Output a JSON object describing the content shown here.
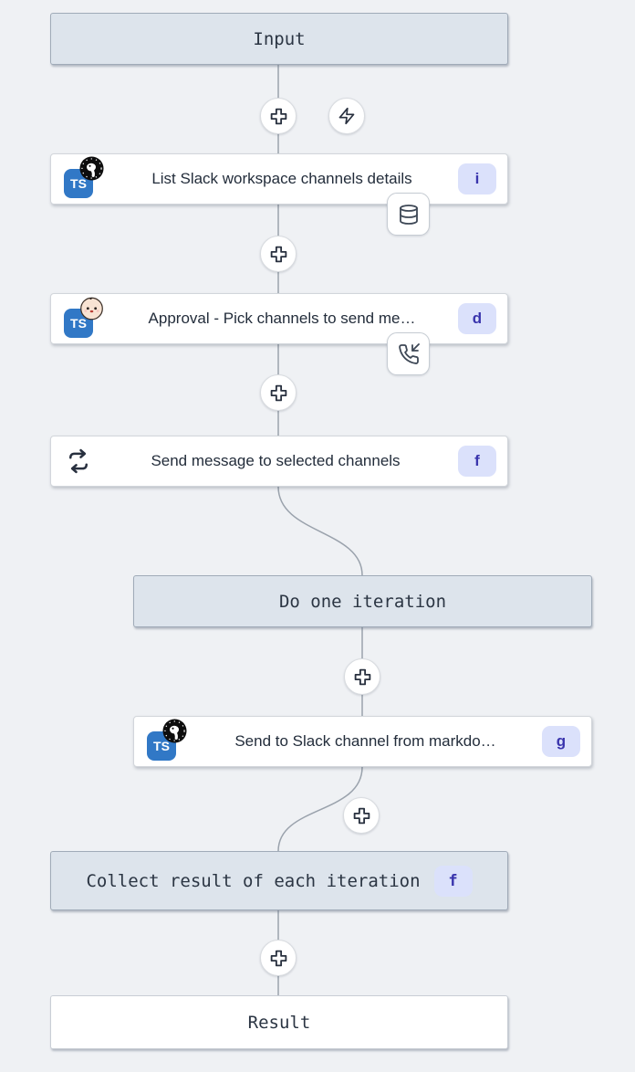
{
  "app": "workflow-graph-editor",
  "colors": {
    "background": "#eff1f4",
    "virtual_node_bg": "#dde4ec",
    "virtual_node_border": "#a0abb8",
    "node_bg": "#ffffff",
    "edge": "#9aa2ac",
    "badge_bg": "#dbe1fb",
    "badge_text": "#3a35ad",
    "typescript_blue": "#3178c6"
  },
  "ts_logo": "TS",
  "icons": {
    "add_step": "plus-cross-icon",
    "trigger": "zap-icon",
    "cache": "database-icon",
    "suspend_approval": "phone-incoming-icon",
    "loop": "repeat-icon",
    "runtime_a": "deno-logo",
    "runtime_b": "bun-logo"
  },
  "nodes": {
    "input": {
      "label": "Input"
    },
    "list_channels": {
      "label": "List Slack workspace channels details",
      "badge": "i"
    },
    "approval": {
      "label": "Approval - Pick channels to send me…",
      "badge": "d"
    },
    "forloop": {
      "label": "Send message to selected channels",
      "badge": "f"
    },
    "do_iteration": {
      "label": "Do one iteration"
    },
    "send_markdown": {
      "label": "Send to Slack channel from markdo…",
      "badge": "g"
    },
    "collect": {
      "label": "Collect result of each iteration",
      "badge": "f"
    },
    "result": {
      "label": "Result"
    }
  }
}
